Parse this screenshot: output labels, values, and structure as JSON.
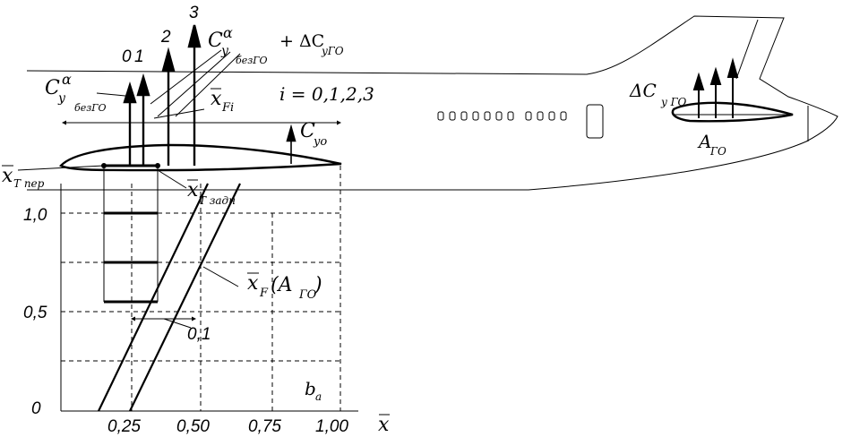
{
  "labels": {
    "arrow0": "0",
    "arrow1": "1",
    "arrow2": "2",
    "arrow3": "3",
    "cy_alpha_c": "C",
    "cy_alpha_sub": "y",
    "cy_alpha_sup": "α",
    "cy_alpha_subsub": "безГО",
    "plus_delta": "+ ΔC",
    "plus_delta_sub": "yГО",
    "cy_left_c": "C",
    "cy_left_sub": "y",
    "cy_left_sup": "α",
    "cy_left_subsub": "безГО",
    "xF_i": "x",
    "xF_i_sub": "Fi",
    "i_eq": "i = 0,1,2,3",
    "cy0_c": "C",
    "cy0_sub": "yo",
    "xT_per": "x",
    "xT_per_sub": "T пер",
    "xT_zad": "x",
    "xT_zad_sub": "T задн",
    "delta_cy_go": "ΔC",
    "delta_cy_go_sub": "y ГО",
    "a_go": "A",
    "a_go_sub": "ГО",
    "xF_AGO": "x",
    "xF_AGO_sub": "F",
    "xF_AGO_arg": "(A",
    "xF_AGO_arg_sub": "ГО",
    "xF_AGO_close": ")",
    "dx_label": "0,1",
    "ba_label": "b",
    "ba_sub": "a",
    "x_axis_label": "x"
  },
  "axes": {
    "y_ticks": [
      "1,0",
      "0,5",
      "0"
    ],
    "x_ticks": [
      "0,25",
      "0,50",
      "0,75",
      "1,00"
    ]
  },
  "windows": {
    "label": "ooooooo oooo"
  }
}
